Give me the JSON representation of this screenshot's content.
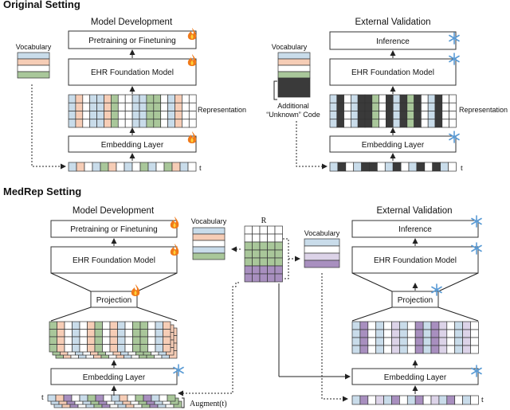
{
  "sections": {
    "original": "Original Setting",
    "medrep": "MedRep Setting"
  },
  "original": {
    "left": {
      "title": "Model Development",
      "vocabulary": "Vocabulary",
      "pretraining": "Pretraining or Finetuning",
      "foundation": "EHR Foundation Model",
      "representation": "Representation",
      "embedding": "Embedding Layer",
      "t_label": "t"
    },
    "right": {
      "title": "External Validation",
      "vocabulary": "Vocabulary",
      "inference": "Inference",
      "foundation": "EHR Foundation Model",
      "representation": "Representation",
      "embedding": "Embedding Layer",
      "t_label": "t",
      "unknown_line1": "Additional",
      "unknown_line2": "“Unknown” Code"
    }
  },
  "medrep": {
    "left": {
      "title": "Model Development",
      "vocabulary": "Vocabulary",
      "pretraining": "Pretraining or Finetuning",
      "foundation": "EHR Foundation Model",
      "projection": "Projection",
      "embedding": "Embedding Layer",
      "t_label": "t",
      "augment": "Augment(t)"
    },
    "center": {
      "r_label": "R"
    },
    "right": {
      "title": "External Validation",
      "vocabulary": "Vocabulary",
      "inference": "Inference",
      "foundation": "EHR Foundation Model",
      "projection": "Projection",
      "embedding": "Embedding Layer",
      "t_label": "t"
    }
  },
  "icons": {
    "trainable": "fire-icon",
    "frozen": "snowflake-icon"
  },
  "colors": {
    "blue": "#c9dcea",
    "orange": "#f6cdb6",
    "green": "#a9c79a",
    "white": "#ffffff",
    "dark": "#3a3a3a",
    "purple": "#a88fbf",
    "lavender": "#dcd3e8",
    "fire": "#f07a1a",
    "snow": "#5a9bd5"
  },
  "patterns": {
    "grid_orig_left": [
      "blue",
      "orange",
      "white",
      "blue",
      "blue",
      "orange",
      "green",
      "white",
      "white",
      "blue",
      "blue",
      "green",
      "green",
      "white",
      "blue",
      "orange",
      "white",
      "white"
    ],
    "grid_orig_right": [
      "blue",
      "dark",
      "white",
      "blue",
      "dark",
      "dark",
      "green",
      "white",
      "dark",
      "blue",
      "dark",
      "green",
      "dark",
      "white",
      "blue",
      "dark",
      "white",
      "white"
    ],
    "seq_orig_left": [
      "blue",
      "orange",
      "white",
      "blue",
      "green",
      "orange",
      "white",
      "blue",
      "white",
      "green",
      "blue",
      "white",
      "green",
      "orange",
      "blue",
      "white"
    ],
    "seq_orig_right": [
      "blue",
      "dark",
      "white",
      "blue",
      "dark",
      "dark",
      "white",
      "blue",
      "dark",
      "white",
      "blue",
      "dark",
      "white",
      "dark",
      "blue",
      "white"
    ],
    "grid_med_left": [
      "green",
      "orange",
      "white",
      "blue",
      "white",
      "orange",
      "green",
      "white",
      "orange",
      "blue",
      "white",
      "green",
      "green",
      "white",
      "blue",
      "orange"
    ],
    "grid_med_right": [
      "blue",
      "purple",
      "white",
      "blue",
      "white",
      "lavender",
      "blue",
      "white",
      "purple",
      "blue",
      "purple",
      "lavender",
      "white",
      "blue",
      "lavender",
      "white"
    ],
    "seq_med_left": [
      "blue",
      "orange",
      "purple",
      "white",
      "blue",
      "green",
      "purple",
      "white",
      "blue",
      "orange",
      "white",
      "green",
      "purple",
      "blue",
      "white",
      "green"
    ],
    "seq_med_right": [
      "blue",
      "purple",
      "white",
      "lavender",
      "blue",
      "purple",
      "white",
      "blue",
      "purple",
      "white",
      "lavender",
      "blue",
      "purple",
      "white",
      "blue",
      "white"
    ],
    "vocab_orig_left": [
      "blue",
      "orange",
      "white",
      "green"
    ],
    "vocab_orig_right": [
      "blue",
      "orange",
      "white",
      "green",
      "dark"
    ],
    "vocab_med_left": [
      "blue",
      "orange",
      "white",
      "blue",
      "green"
    ],
    "vocab_med_right": [
      "blue",
      "white",
      "lavender",
      "purple"
    ],
    "r_matrix": [
      "white",
      "white",
      "green",
      "green",
      "green",
      "purple",
      "purple"
    ]
  }
}
